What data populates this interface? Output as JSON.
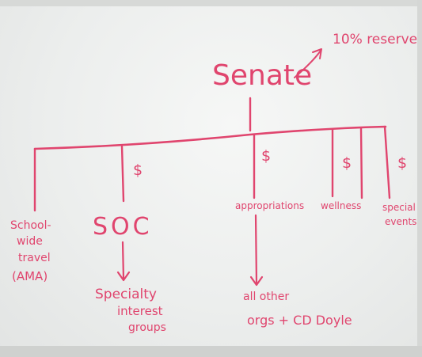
{
  "root": {
    "label": "Senate",
    "note": "10% reserve"
  },
  "branches": [
    {
      "id": "school-wide",
      "label": [
        "School-",
        "wide",
        "travel",
        "(AMA)"
      ]
    },
    {
      "id": "soc",
      "label": "SOC",
      "mark": "$",
      "child": [
        "Specialty",
        "interest",
        "groups"
      ]
    },
    {
      "id": "appropriations",
      "label": "appropriations",
      "mark": "$",
      "child": [
        "all other",
        "orgs + CD Doyle"
      ]
    },
    {
      "id": "wellness",
      "label": "wellness",
      "mark": "$"
    },
    {
      "id": "special-events",
      "label": [
        "special",
        "events"
      ],
      "mark": "$"
    }
  ]
}
